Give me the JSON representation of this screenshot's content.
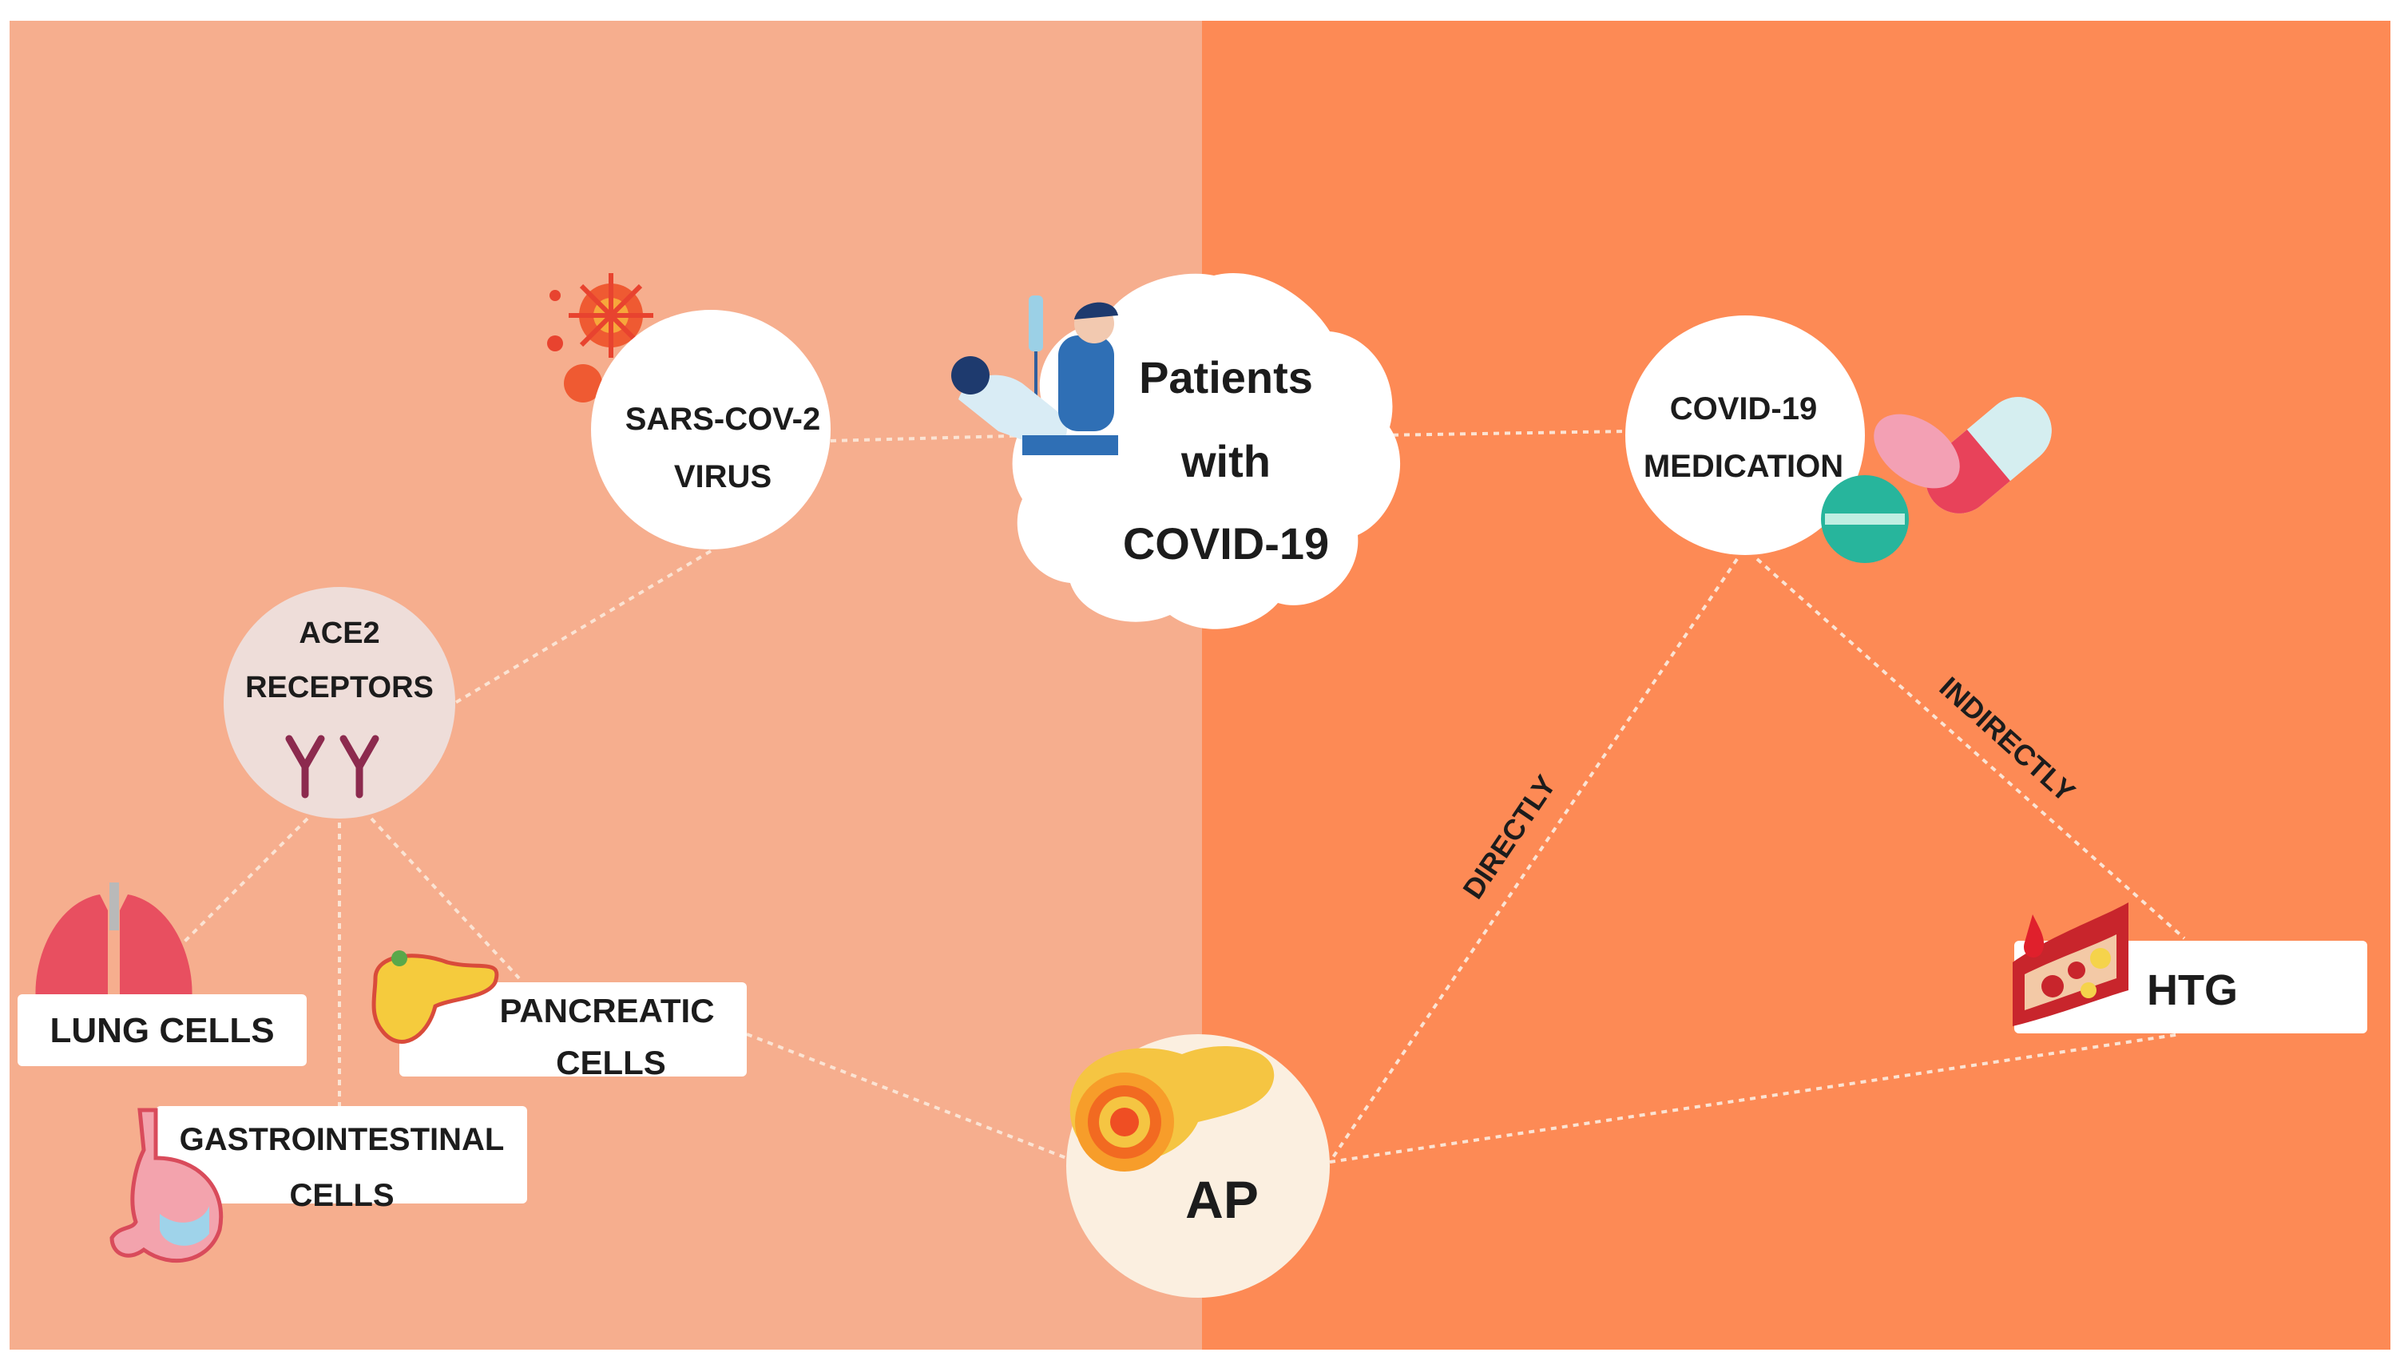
{
  "diagram": {
    "nodes": {
      "virus": {
        "line1": "SARS-COV-2",
        "line2": "VIRUS"
      },
      "patients": {
        "line1": "Patients",
        "line2": "with",
        "line3": "COVID-19"
      },
      "medication": {
        "line1": "COVID-19",
        "line2": "MEDICATION"
      },
      "ace2": {
        "line1": "ACE2",
        "line2": "RECEPTORS"
      },
      "lung": {
        "label": "LUNG CELLS"
      },
      "pancreatic": {
        "line1": "PANCREATIC",
        "line2": "CELLS"
      },
      "gastro": {
        "line1": "GASTROINTESTINAL",
        "line2": "CELLS"
      },
      "ap": {
        "label": "AP"
      },
      "htg": {
        "label": "HTG"
      }
    },
    "edges": {
      "directly": "DIRECTLY",
      "indirectly": "INDIRECTLY"
    }
  },
  "colors": {
    "left_panel": "#f6ae8e",
    "right_panel": "#fd8a55",
    "node_fill": "#ffffff",
    "ace2_fill": "#eeddd9",
    "ap_fill": "#fbefe0",
    "connector": "#fbe3d3",
    "receptor": "#8c2a4e",
    "virus_red": "#e8432f"
  },
  "icons": [
    "virus-icon",
    "patient-care-icon",
    "pills-icon",
    "antibody-receptor-icon",
    "lungs-icon",
    "pancreas-icon",
    "stomach-icon",
    "inflamed-pancreas-icon",
    "blood-vessel-icon"
  ]
}
